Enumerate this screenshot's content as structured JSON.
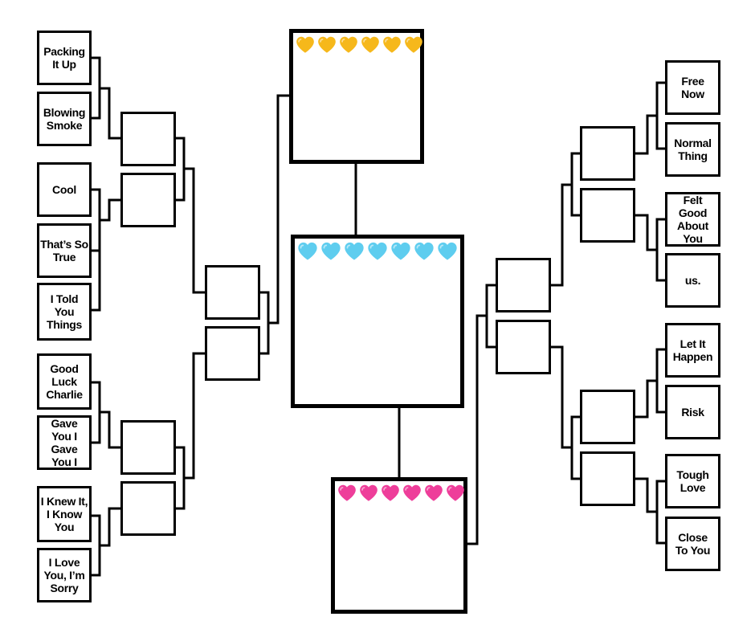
{
  "songs_left": [
    "Packing It Up",
    "Blowing Smoke",
    "Cool",
    "That’s So True",
    "I Told You Things",
    "Good Luck Charlie",
    "Gave You I Gave You I",
    "I Knew It, I Know You",
    "I Love You, I’m Sorry"
  ],
  "songs_right": [
    "Free Now",
    "Normal Thing",
    "Felt Good About You",
    "us.",
    "Let It Happen",
    "Risk",
    "Tough Love",
    "Close To You"
  ],
  "finals": {
    "top": {
      "hearts": 6,
      "color": "#F6B81B",
      "icon": "yellow-heart-icon"
    },
    "middle": {
      "hearts": 7,
      "color": "#5ECDEF",
      "icon": "blue-heart-icon"
    },
    "bottom": {
      "hearts": 6,
      "color": "#EE3E9A",
      "icon": "pink-heart-icon"
    }
  }
}
